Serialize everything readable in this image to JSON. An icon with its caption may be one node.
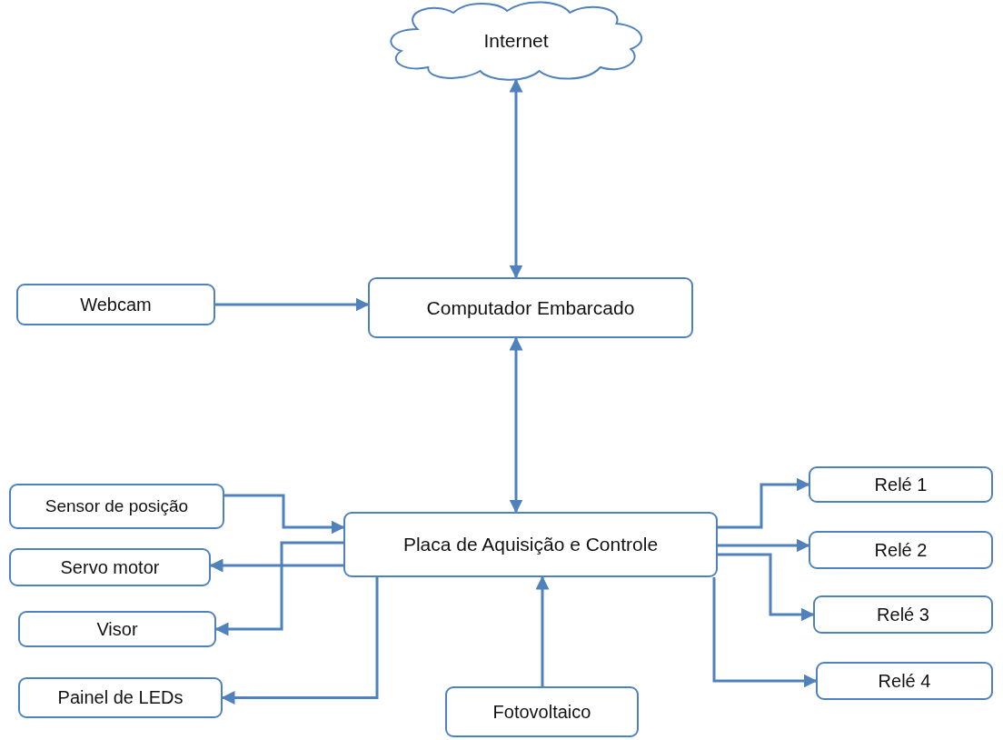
{
  "diagram": {
    "nodes": [
      {
        "text": [
          "Internet"
        ]
      },
      {
        "text": [
          "Webcam"
        ]
      },
      {
        "text": [
          "Computador Embarcado"
        ]
      },
      {
        "text": [
          "Sensor de posição"
        ]
      },
      {
        "text": [
          "Placa de Aquisição e Controle"
        ]
      },
      {
        "text": [
          "Relé 1"
        ]
      },
      {
        "text": [
          "Servo motor"
        ]
      },
      {
        "text": [
          "Relé 2"
        ]
      },
      {
        "text": [
          "Visor"
        ]
      },
      {
        "text": [
          "Relé 3"
        ]
      },
      {
        "text": [
          "Painel de LEDs"
        ]
      },
      {
        "text": [
          "Relé 4"
        ]
      },
      {
        "text": [
          "Fotovoltaico"
        ]
      }
    ],
    "edges": [
      {
        "from": 2,
        "to": 0,
        "arrow": "both"
      },
      {
        "from": 1,
        "to": 2,
        "arrow": "to"
      },
      {
        "from": 4,
        "to": 2,
        "arrow": "both"
      },
      {
        "from": 3,
        "to": 4,
        "arrow": "to"
      },
      {
        "from": 4,
        "to": 6,
        "arrow": "to"
      },
      {
        "from": 4,
        "to": 8,
        "arrow": "to"
      },
      {
        "from": 4,
        "to": 10,
        "arrow": "to"
      },
      {
        "from": 4,
        "to": 5,
        "arrow": "to"
      },
      {
        "from": 4,
        "to": 7,
        "arrow": "to"
      },
      {
        "from": 4,
        "to": 9,
        "arrow": "to"
      },
      {
        "from": 4,
        "to": 11,
        "arrow": "to"
      },
      {
        "from": 12,
        "to": 4,
        "arrow": "to"
      }
    ]
  }
}
